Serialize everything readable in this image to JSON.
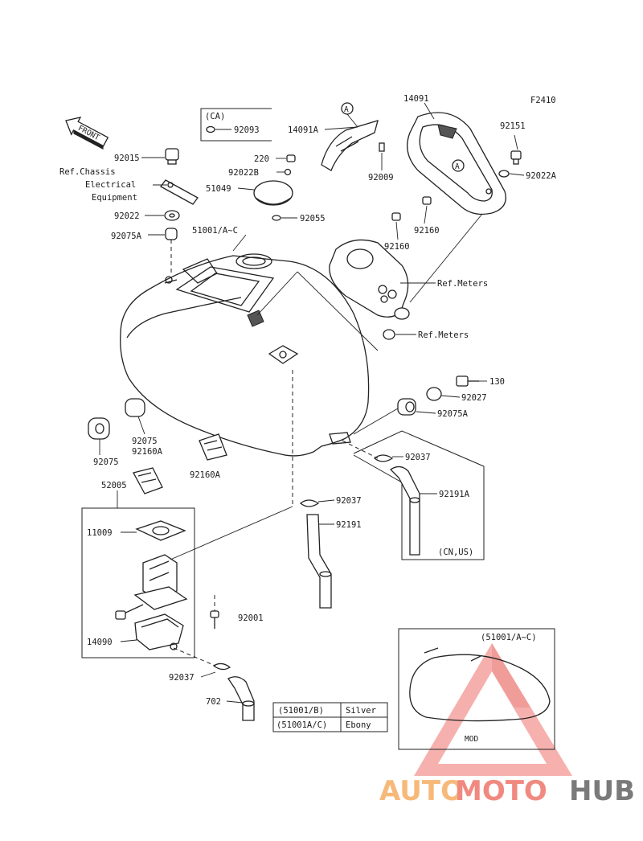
{
  "figure_code": "F2410",
  "front_label": "FRONT",
  "ca_box": {
    "title": "(CA)",
    "part": "92093"
  },
  "callout_a": "A",
  "parts": {
    "p14091": "14091",
    "p14091A": "14091A",
    "p92151": "92151",
    "p92022A": "92022A",
    "p92009": "92009",
    "p92160_a": "92160",
    "p92160_b": "92160",
    "p92015": "92015",
    "p220": "220",
    "p92022B": "92022B",
    "p51049": "51049",
    "p92055": "92055",
    "p92022": "92022",
    "p92075A": "92075A",
    "p51001": "51001/A~C",
    "p130": "130",
    "p92027": "92027",
    "p92075A_b": "92075A",
    "p92075_a": "92075",
    "p92160A_a": "92160A",
    "p92075_b": "92075",
    "p92160A_b": "92160A",
    "p52005": "52005",
    "p11009": "11009",
    "p92037_a": "92037",
    "p92037_b": "92037",
    "p92037_c": "92037",
    "p92191": "92191",
    "p92191A": "92191A",
    "p92001": "92001",
    "p14090": "14090",
    "p702": "702"
  },
  "refs": {
    "chassis_1": "Ref.Chassis",
    "chassis_2": "Electrical",
    "chassis_3": "Equipment",
    "meters_1": "Ref.Meters",
    "meters_2": "Ref.Meters"
  },
  "cn_us_box": {
    "title": "(CN,US)"
  },
  "mod_box": {
    "title": "(51001/A~C)",
    "label": "MOD"
  },
  "color_table": [
    {
      "code": "(51001/B)",
      "color": "Silver"
    },
    {
      "code": "(51001A/C)",
      "color": "Ebony"
    }
  ],
  "watermark": {
    "text_a": "AUTO",
    "text_b": "MOTO",
    "text_c": "HUB",
    "color_a": "#f7b97a",
    "color_b": "#f08a80",
    "color_c": "#7a7a7a",
    "triangle_color": "#f4a3a0"
  }
}
